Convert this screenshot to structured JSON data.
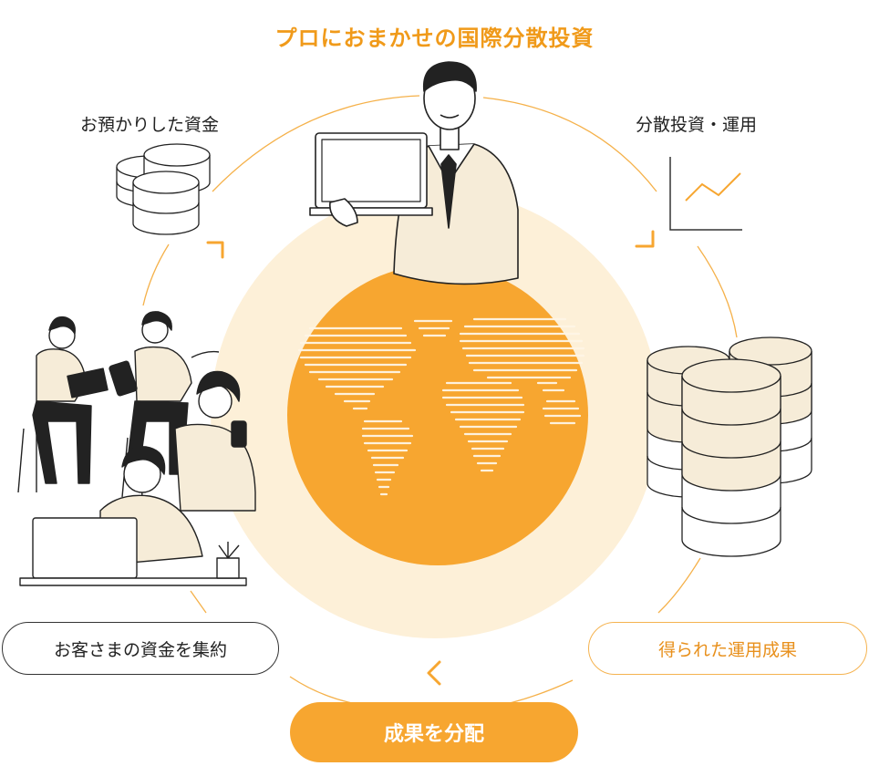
{
  "title": "プロにおまかせの国際分散投資",
  "labels": {
    "deposited_funds": "お預かりした資金",
    "diversified_investment": "分散投資・運用"
  },
  "pills": {
    "collect_funds": "お客さまの資金を集約",
    "results": "得られた運用成果",
    "distribute": "成果を分配"
  },
  "colors": {
    "accent": "#f09a1a",
    "globe": "#f7a630",
    "halo": "#fdf0d8",
    "cream": "#f6ecd8"
  }
}
